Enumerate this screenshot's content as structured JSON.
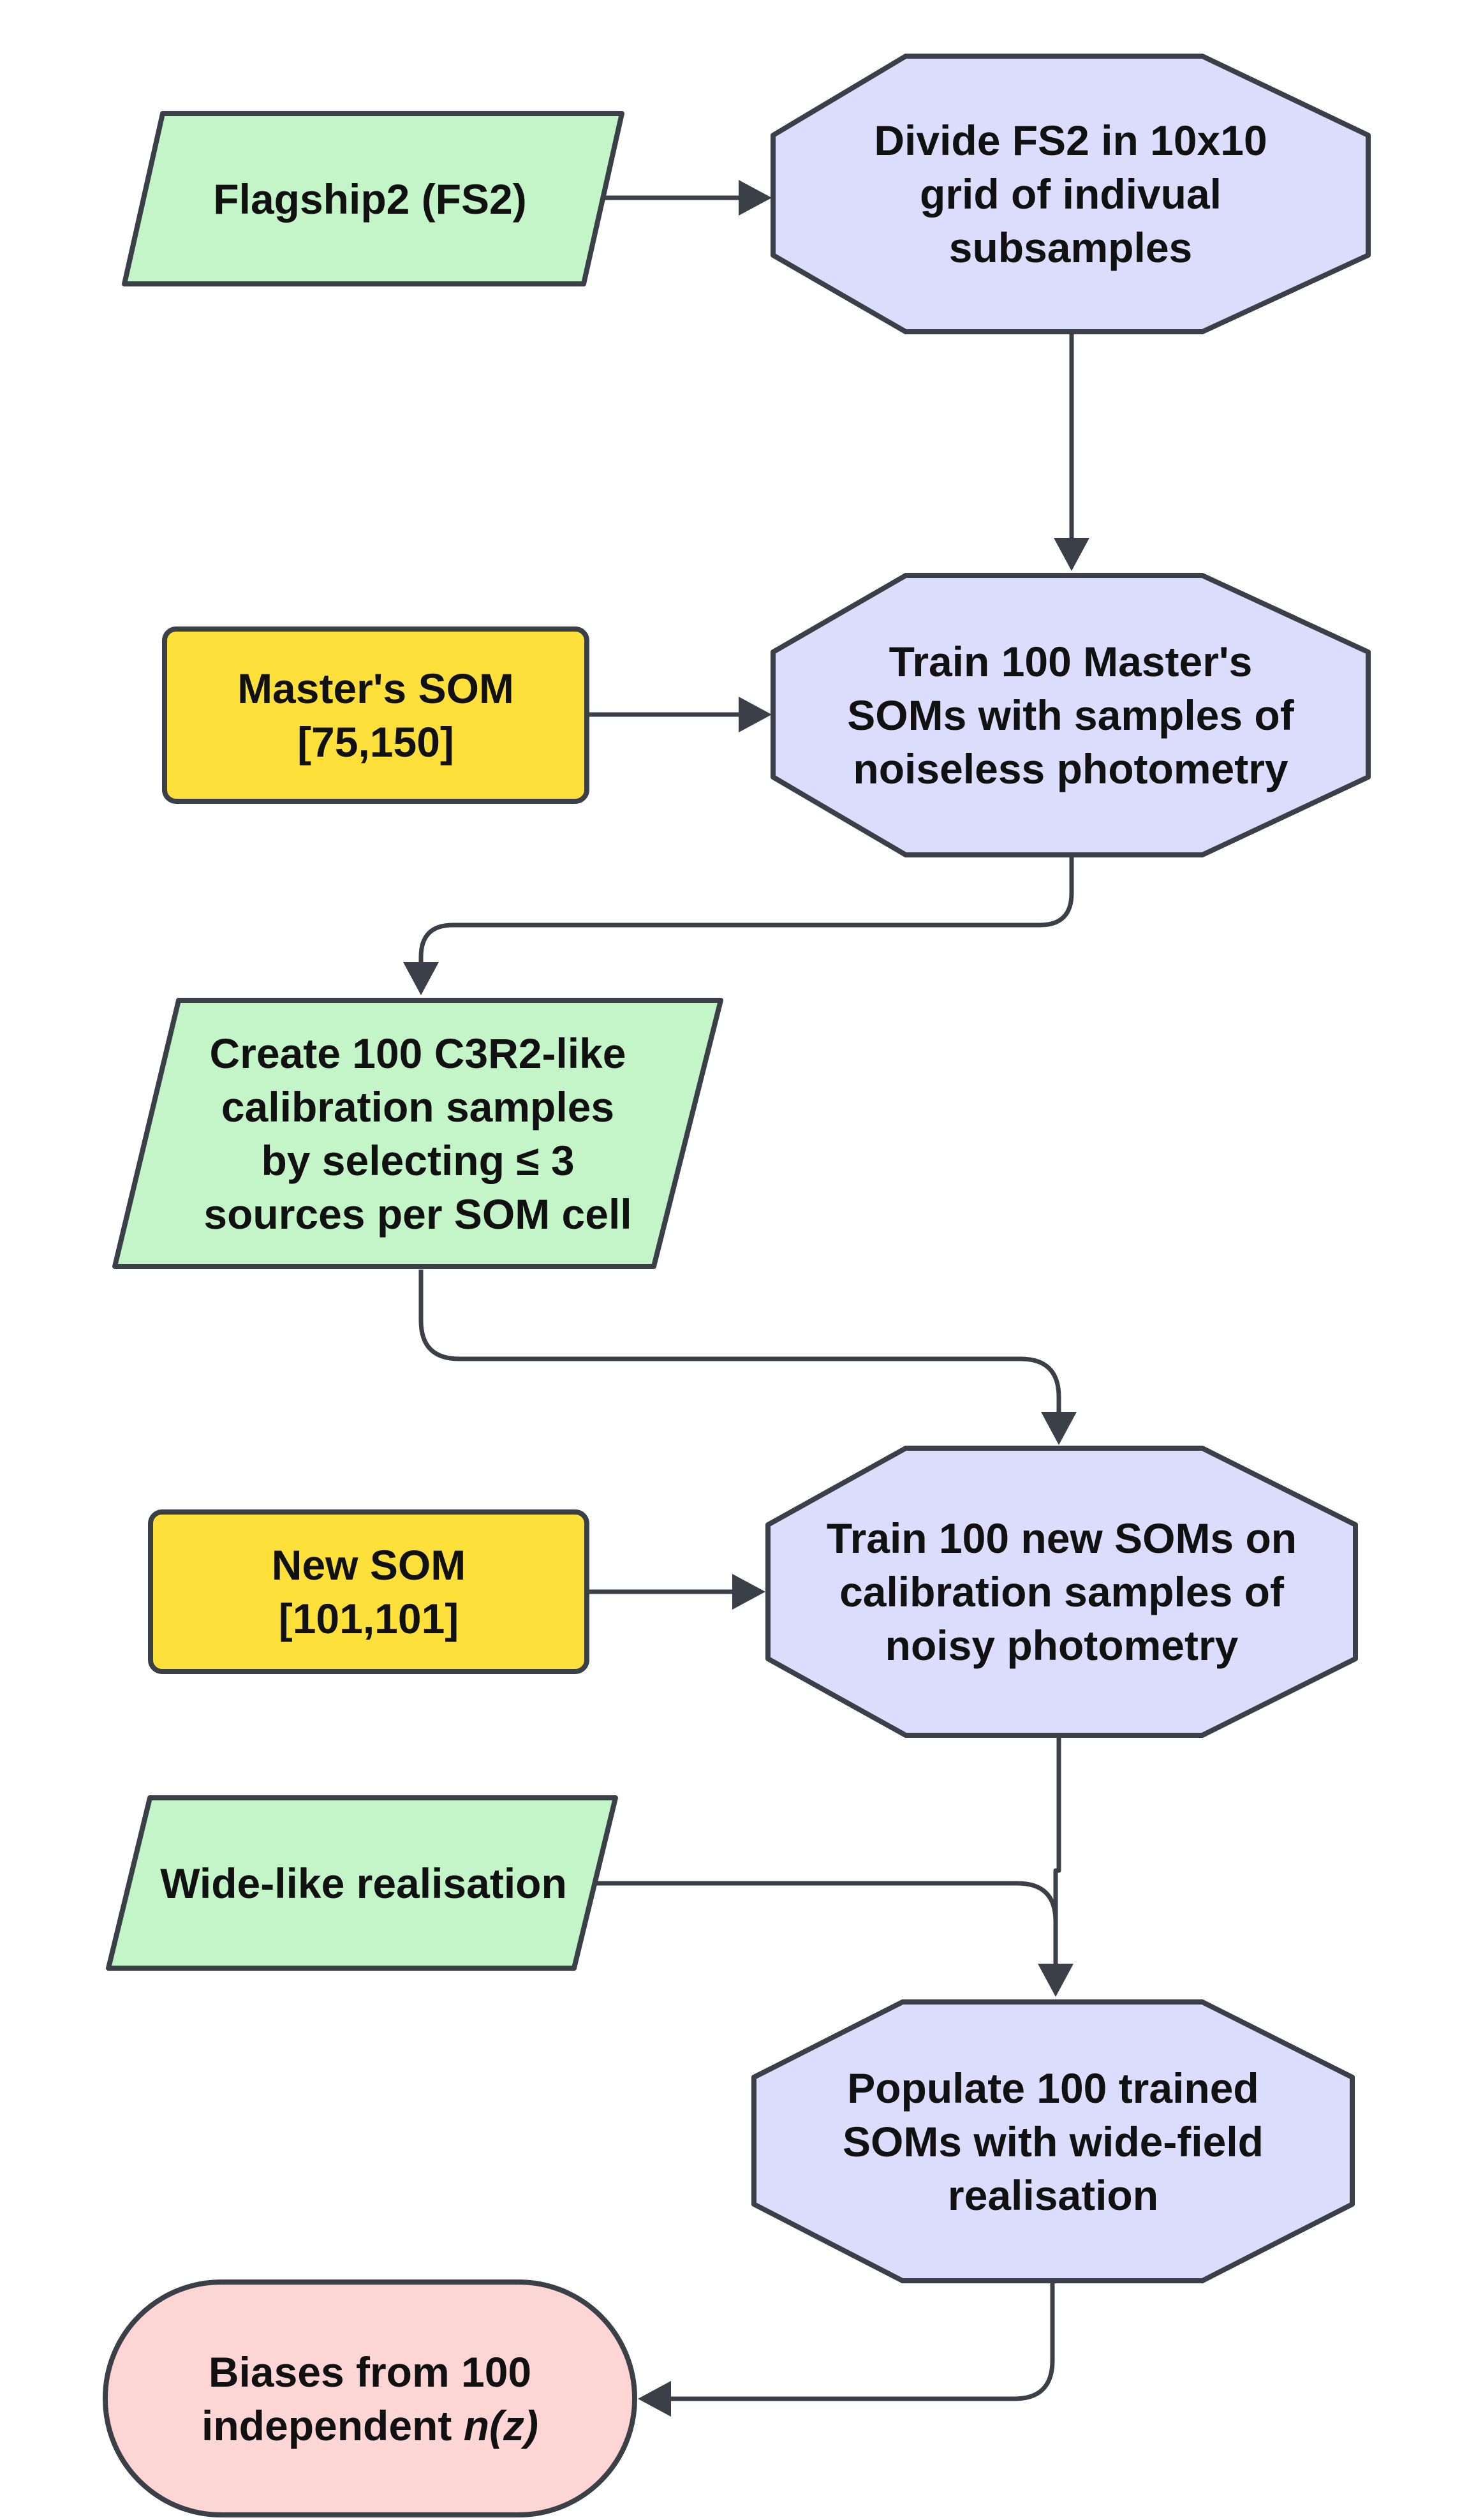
{
  "colors": {
    "input": "#c4f5c8",
    "parameter": "#fde03a",
    "process": "#dcdcfc",
    "output": "#fdd5d5",
    "stroke": "#3b3f47"
  },
  "nodes": {
    "flagship": {
      "text": "Flagship2 (FS2)"
    },
    "divide": {
      "text": "Divide FS2 in 10x10\ngrid of indivual\nsubsamples"
    },
    "master_som": {
      "text": "Master's SOM\n[75,150]"
    },
    "train_master": {
      "text": "Train 100 Master's\nSOMs with samples of\nnoiseless photometry"
    },
    "create_c3r2": {
      "text": "Create 100 C3R2-like\ncalibration samples\nby selecting ≤ 3\nsources per SOM cell"
    },
    "new_som": {
      "text": "New SOM\n[101,101]"
    },
    "train_new": {
      "text": "Train 100 new SOMs on\ncalibration samples of\nnoisy photometry"
    },
    "wide_like": {
      "text": "Wide-like realisation"
    },
    "populate": {
      "text": "Populate 100 trained\nSOMs with wide-field\nrealisation"
    },
    "biases": {
      "line1": "Biases from 100",
      "line2_prefix": "independent ",
      "line2_italic": "n(z)"
    }
  }
}
